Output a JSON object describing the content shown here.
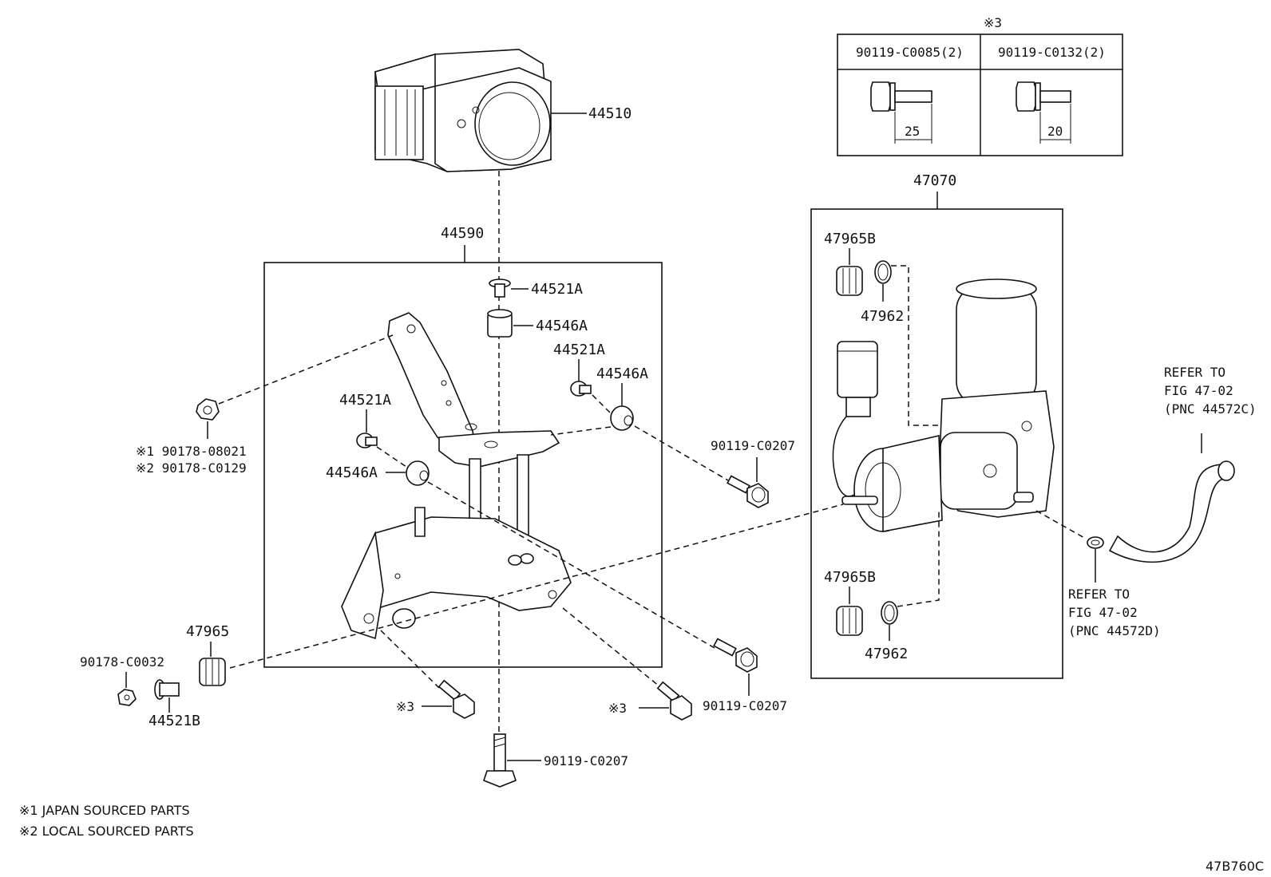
{
  "labels": {
    "p44510": "44510",
    "p44590": "44590",
    "p44521A_1": "44521A",
    "p44546A_1": "44546A",
    "p44521A_2": "44521A",
    "p44546A_2": "44546A",
    "p44521A_3": "44521A",
    "p44546A_3": "44546A",
    "nut_a": "※1 90178-08021",
    "nut_b": "※2 90178-C0129",
    "bolt_c0207_1": "90119-C0207",
    "bolt_c0207_2": "90119-C0207",
    "bolt_c0207_3": "90119-C0207",
    "p47965": "47965",
    "p90178_c0032": "90178-C0032",
    "p44521B": "44521B",
    "ref3_a": "※3",
    "ref3_b": "※3",
    "p47070": "47070",
    "p47965B_1": "47965B",
    "p47962_1": "47962",
    "p47965B_2": "47965B",
    "p47962_2": "47962",
    "refer_c_line1": "REFER TO",
    "refer_c_line2": "FIG 47-02",
    "refer_c_line3": "(PNC 44572C)",
    "refer_d_line1": "REFER TO",
    "refer_d_line2": "FIG 47-02",
    "refer_d_line3": "(PNC 44572D)",
    "table_title": "※3",
    "table_col1": "90119-C0085(2)",
    "table_col2": "90119-C0132(2)",
    "table_dim1": "25",
    "table_dim2": "20",
    "note1": "※1 JAPAN SOURCED PARTS",
    "note2": "※2 LOCAL SOURCED PARTS",
    "figure_code": "47B760C"
  }
}
